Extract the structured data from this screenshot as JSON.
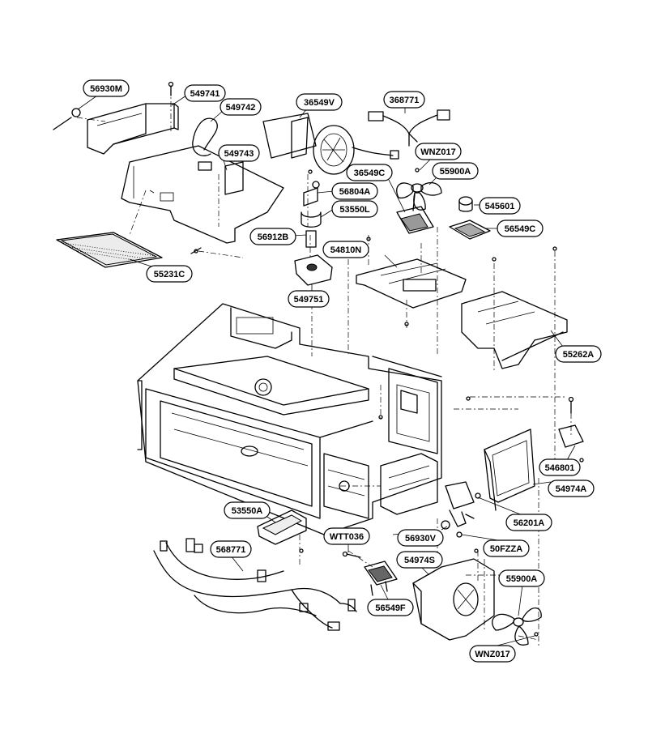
{
  "parts": [
    {
      "id": "p1",
      "label": "56930M"
    },
    {
      "id": "p2",
      "label": "549741"
    },
    {
      "id": "p3",
      "label": "549742"
    },
    {
      "id": "p4",
      "label": "36549V"
    },
    {
      "id": "p5",
      "label": "368771"
    },
    {
      "id": "p6",
      "label": "549743"
    },
    {
      "id": "p7",
      "label": "WNZ017"
    },
    {
      "id": "p8",
      "label": "36549C"
    },
    {
      "id": "p9",
      "label": "55900A"
    },
    {
      "id": "p10",
      "label": "56804A"
    },
    {
      "id": "p11",
      "label": "53550L"
    },
    {
      "id": "p12",
      "label": "545601"
    },
    {
      "id": "p13",
      "label": "56912B"
    },
    {
      "id": "p14",
      "label": "56549C"
    },
    {
      "id": "p15",
      "label": "54810N"
    },
    {
      "id": "p16",
      "label": "55231C"
    },
    {
      "id": "p17",
      "label": "549751"
    },
    {
      "id": "p18",
      "label": "55262A"
    },
    {
      "id": "p19",
      "label": "546801"
    },
    {
      "id": "p20",
      "label": "54974A"
    },
    {
      "id": "p21",
      "label": "53550A"
    },
    {
      "id": "p22",
      "label": "56201A"
    },
    {
      "id": "p23",
      "label": "WTT036"
    },
    {
      "id": "p24",
      "label": "56930V"
    },
    {
      "id": "p25",
      "label": "50FZZA"
    },
    {
      "id": "p26",
      "label": "568771"
    },
    {
      "id": "p27",
      "label": "54974S"
    },
    {
      "id": "p28",
      "label": "55900A"
    },
    {
      "id": "p29",
      "label": "56549F"
    },
    {
      "id": "p30",
      "label": "WNZ017"
    }
  ]
}
